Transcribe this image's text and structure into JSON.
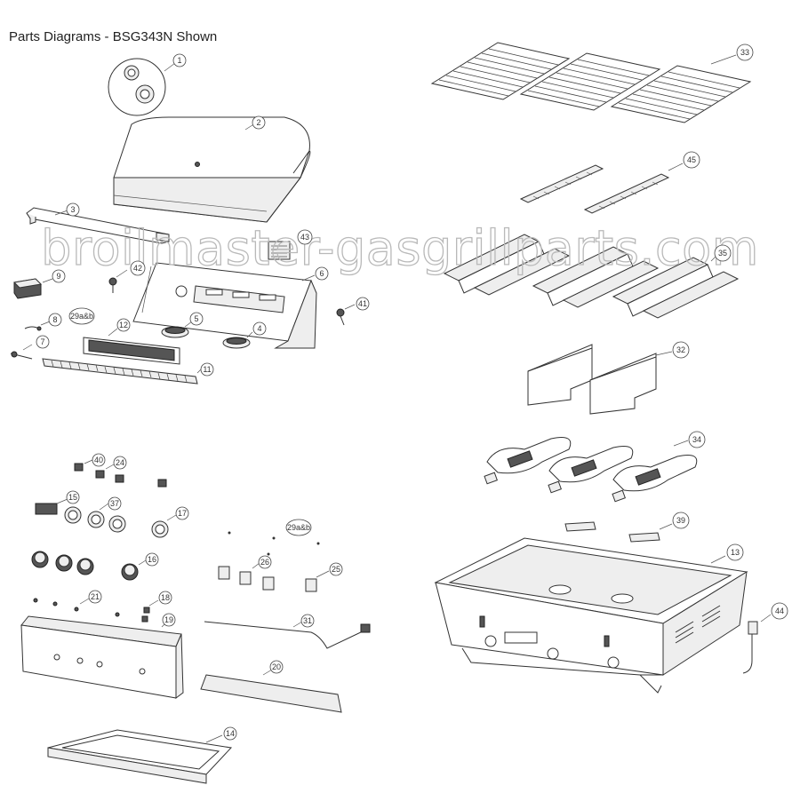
{
  "page_title": "Parts Diagrams - BSG343N Shown",
  "watermark": "broilmaster-gasgrillparts.com",
  "callouts": [
    {
      "id": "1",
      "label": "1"
    },
    {
      "id": "2",
      "label": "2"
    },
    {
      "id": "3",
      "label": "3"
    },
    {
      "id": "43",
      "label": "43"
    },
    {
      "id": "42",
      "label": "42"
    },
    {
      "id": "6",
      "label": "6"
    },
    {
      "id": "9",
      "label": "9"
    },
    {
      "id": "41",
      "label": "41"
    },
    {
      "id": "29ab-top",
      "label": "29a&b"
    },
    {
      "id": "12",
      "label": "12"
    },
    {
      "id": "5",
      "label": "5"
    },
    {
      "id": "8",
      "label": "8"
    },
    {
      "id": "4",
      "label": "4"
    },
    {
      "id": "7",
      "label": "7"
    },
    {
      "id": "11",
      "label": "11"
    },
    {
      "id": "33",
      "label": "33"
    },
    {
      "id": "45",
      "label": "45"
    },
    {
      "id": "35",
      "label": "35"
    },
    {
      "id": "32",
      "label": "32"
    },
    {
      "id": "34",
      "label": "34"
    },
    {
      "id": "39",
      "label": "39"
    },
    {
      "id": "13",
      "label": "13"
    },
    {
      "id": "44",
      "label": "44"
    },
    {
      "id": "40",
      "label": "40"
    },
    {
      "id": "24",
      "label": "24"
    },
    {
      "id": "15",
      "label": "15"
    },
    {
      "id": "37",
      "label": "37"
    },
    {
      "id": "17",
      "label": "17"
    },
    {
      "id": "29ab-mid",
      "label": "29a&b"
    },
    {
      "id": "16",
      "label": "16"
    },
    {
      "id": "26",
      "label": "26"
    },
    {
      "id": "25",
      "label": "25"
    },
    {
      "id": "21",
      "label": "21"
    },
    {
      "id": "18",
      "label": "18"
    },
    {
      "id": "19",
      "label": "19"
    },
    {
      "id": "31",
      "label": "31"
    },
    {
      "id": "20",
      "label": "20"
    },
    {
      "id": "14",
      "label": "14"
    }
  ]
}
